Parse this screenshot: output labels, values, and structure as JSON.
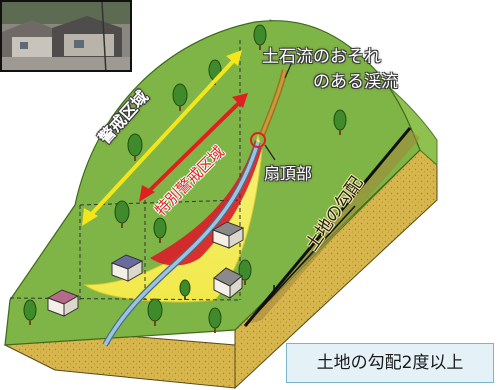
{
  "labels": {
    "debris_flow_stream_line1": "土石流のおそれ",
    "debris_flow_stream_line2": "のある渓流",
    "alluvial_fan_apex": "扇頂部",
    "warning_zone": "警戒区域",
    "special_warning_zone": "特別警戒区域",
    "land_slope": "土地の勾配"
  },
  "caption": "土地の勾配2度以上",
  "colors": {
    "warning_zone_arrow": "#f5e61c",
    "special_warning_zone_arrow": "#e02020",
    "warning_zone_fill": "#f3ef5a",
    "special_zone_fill": "#d8202a",
    "hillside_green": "#7fb446",
    "soil": "#d8b64e",
    "stream": "#8fb8d8",
    "caption_bg": "#e4f2f7"
  },
  "icons": {
    "houses": "house-icon",
    "trees": "tree-icon",
    "photo": "town-photo"
  }
}
